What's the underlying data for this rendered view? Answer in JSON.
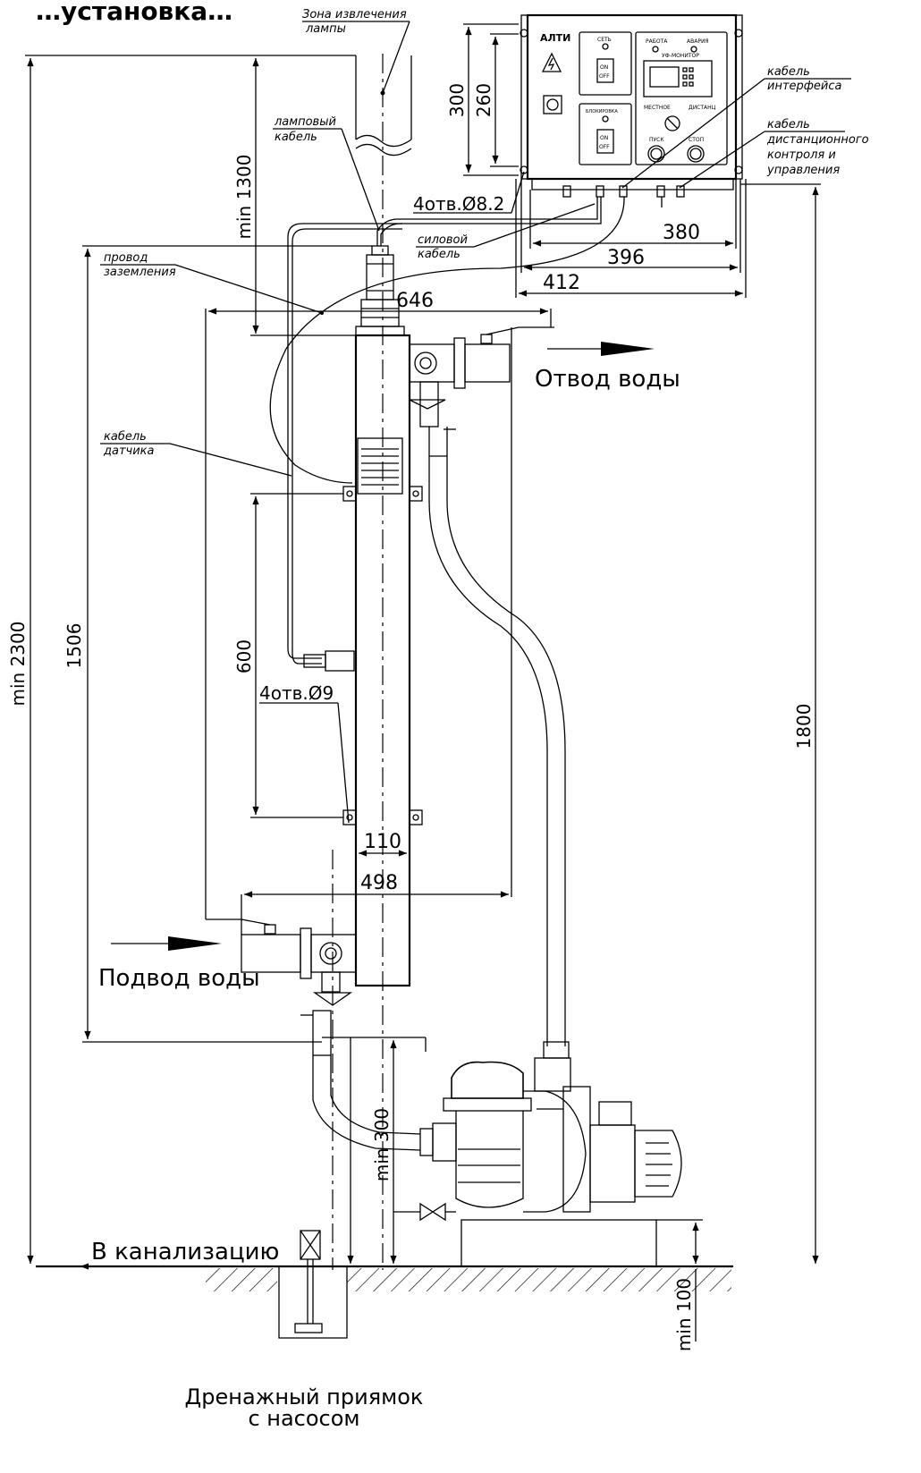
{
  "title": "…установка…",
  "labels": {
    "lamp_zone_1": "Зона извлечения",
    "lamp_zone_2": "лампы",
    "lamp_cable_1": "ламповый",
    "lamp_cable_2": "кабель",
    "ground_wire_1": "провод",
    "ground_wire_2": "заземления",
    "sensor_cable_1": "кабель",
    "sensor_cable_2": "датчика",
    "interface_cable_1": "кабель",
    "interface_cable_2": "интерфейса",
    "remote_cable_1": "кабель",
    "remote_cable_2": "дистанционного",
    "remote_cable_3": "контроля и",
    "remote_cable_4": "управления",
    "power_cable_1": "силовой",
    "power_cable_2": "кабель",
    "holes_panel": "4отв.Ø8.2",
    "holes_body": "4отв.Ø9",
    "water_out": "Отвод воды",
    "water_in": "Подвод воды",
    "sewer": "В канализацию",
    "drain_1": "Дренажный приямок",
    "drain_2": "с насосом"
  },
  "dimensions": {
    "d300": "300",
    "d260": "260",
    "d380": "380",
    "d396": "396",
    "d412": "412",
    "d646": "646",
    "d498": "498",
    "d110": "110",
    "d600": "600",
    "d1300": "min 1300",
    "d2300": "min 2300",
    "d1506": "1506",
    "d1800": "1800",
    "dmin300": "min 300",
    "dmin100": "min 100"
  },
  "panel": {
    "brand": "АЛТИ",
    "network": "СЕТЬ",
    "work": "РАБОТА",
    "alarm": "АВАРИЯ",
    "monitor": "УФ-МОНИТОР",
    "local": "МЕСТНОЕ",
    "remote": "ДИСТАНЦ",
    "start": "ПУСК",
    "stop": "СТОП",
    "lock": "БЛОКИРОВКА",
    "on": "ON",
    "off": "OFF"
  }
}
